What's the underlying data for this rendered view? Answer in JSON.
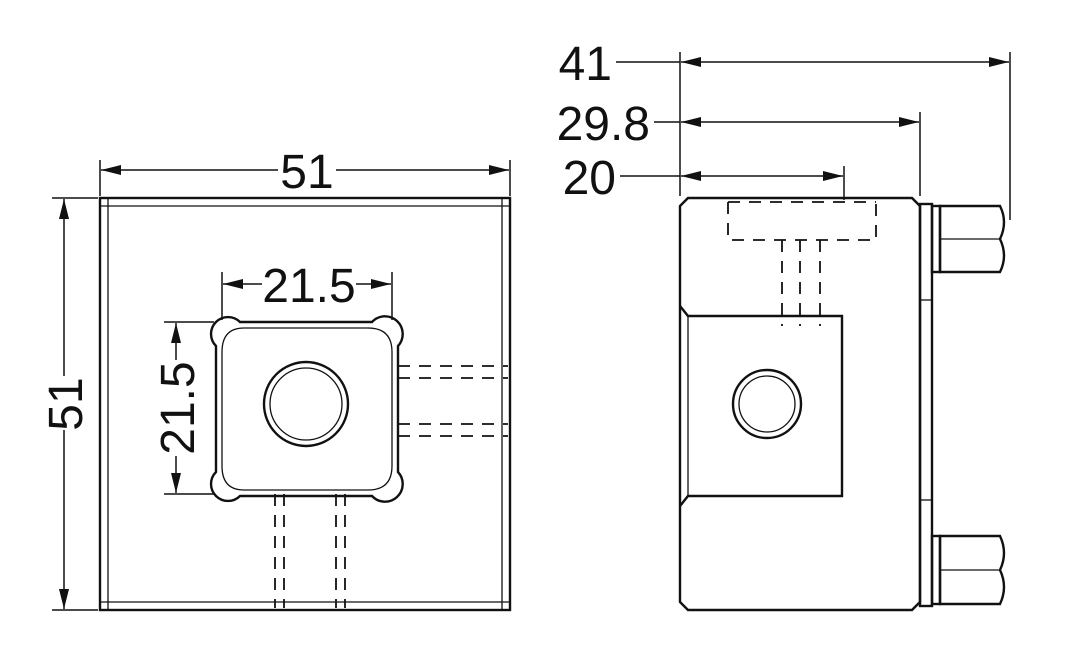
{
  "front_view": {
    "width_label": "51",
    "height_label": "51",
    "pocket_width_label": "21.5",
    "pocket_height_label": "21.5"
  },
  "side_view": {
    "overall_depth_label": "41",
    "body_depth_label": "29.8",
    "slot_depth_label": "20"
  },
  "colors": {
    "line": "#111111",
    "background": "#ffffff"
  }
}
